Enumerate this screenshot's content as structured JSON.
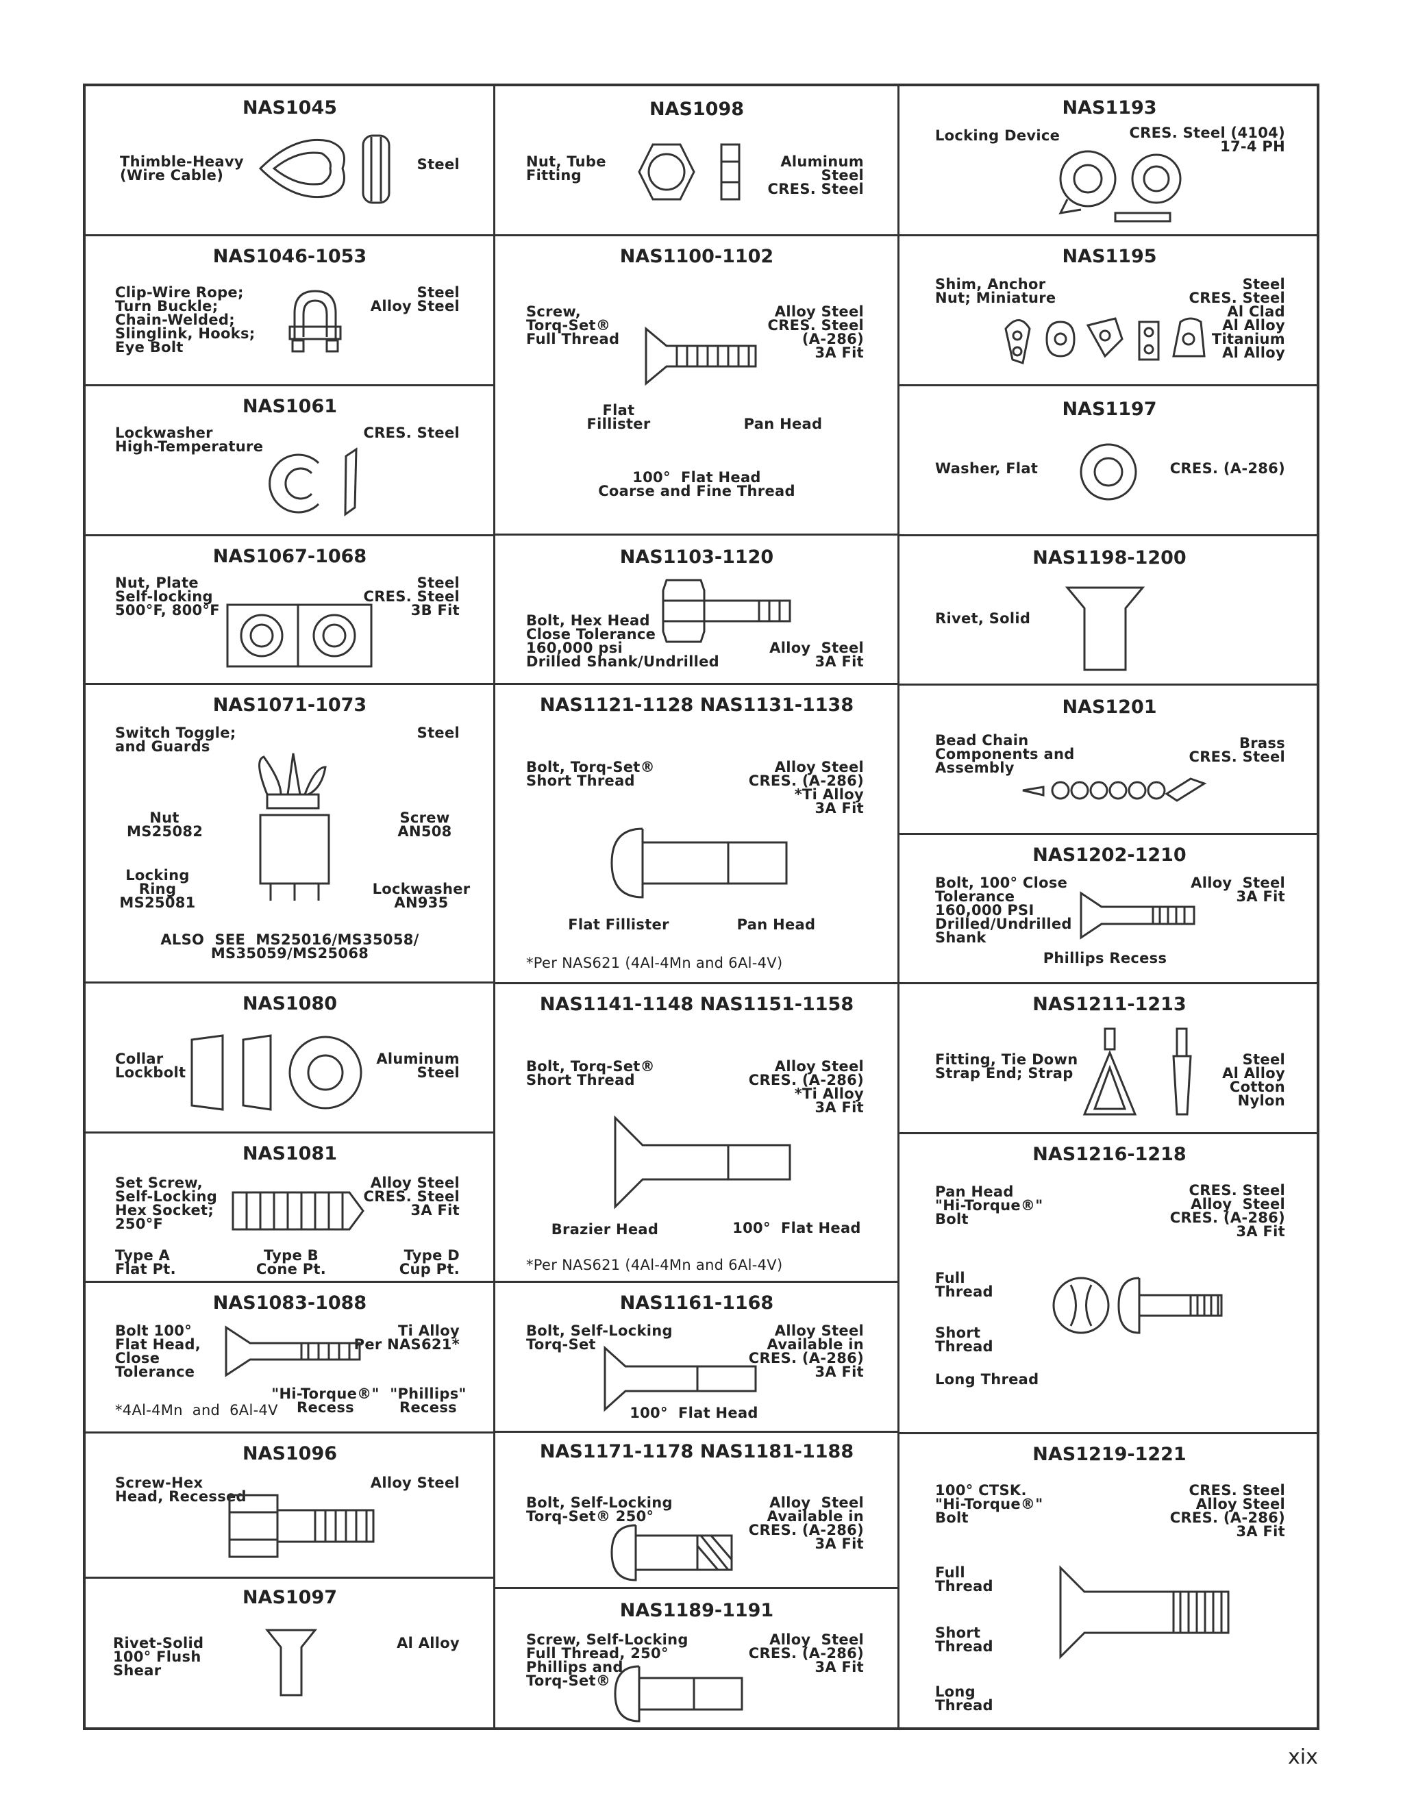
{
  "page_number": "xix",
  "col1": {
    "nas1045": {
      "title": "NAS1045",
      "name": "Thimble-Heavy\n(Wire Cable)",
      "mat": "Steel"
    },
    "nas1046": {
      "title": "NAS1046-1053",
      "name": "Clip-Wire Rope;\nTurn Buckle;\nChain-Welded;\nSlinglink, Hooks;\nEye Bolt",
      "mat": "Steel\nAlloy Steel"
    },
    "nas1061": {
      "title": "NAS1061",
      "name": "Lockwasher\nHigh-Temperature",
      "mat": "CRES. Steel"
    },
    "nas1067": {
      "title": "NAS1067-1068",
      "name": "Nut, Plate\nSelf-locking\n500°F, 800°F",
      "mat": "Steel\nCRES. Steel\n3B Fit"
    },
    "nas1071": {
      "title": "NAS1071-1073",
      "name": "Switch Toggle;\nand Guards",
      "mat": "Steel",
      "nut": "Nut\nMS25082",
      "screw": "Screw\nAN508",
      "ring": "Locking\nRing\nMS25081",
      "lockwasher": "Lockwasher\nAN935",
      "also": "ALSO  SEE  MS25016/MS35058/\nMS35059/MS25068"
    },
    "nas1080": {
      "title": "NAS1080",
      "name": "Collar\nLockbolt",
      "mat": "Aluminum\nSteel"
    },
    "nas1081": {
      "title": "NAS1081",
      "name": "Set Screw,\nSelf-Locking\nHex Socket;\n250°F",
      "mat": "Alloy Steel\nCRES. Steel\n3A Fit",
      "type_a": "Type A\nFlat Pt.",
      "type_b": "Type B\nCone Pt.",
      "type_d": "Type D\nCup Pt."
    },
    "nas1083": {
      "title": "NAS1083-1088",
      "name": "Bolt 100°\nFlat Head,\nClose\nTolerance",
      "mat": "Ti Alloy\nPer NAS621*",
      "hitorque": "\"Hi-Torque®\"\nRecess",
      "phillips": "\"Phillips\"\nRecess",
      "note": "*4Al-4Mn  and  6Al-4V"
    },
    "nas1096": {
      "title": "NAS1096",
      "name": "Screw-Hex\nHead, Recessed",
      "mat": "Alloy Steel"
    },
    "nas1097": {
      "title": "NAS1097",
      "name": "Rivet-Solid\n100° Flush\nShear",
      "mat": "Al Alloy"
    }
  },
  "col2": {
    "nas1098": {
      "title": "NAS1098",
      "name": "Nut, Tube\nFitting",
      "mat": "Aluminum\nSteel\nCRES. Steel"
    },
    "nas1100": {
      "title": "NAS1100-1102",
      "name": "Screw,\nTorq-Set®\nFull Thread",
      "mat": "Alloy Steel\nCRES. Steel\n(A-286)\n3A Fit",
      "flat": "Flat\nFillister",
      "pan": "Pan Head",
      "head100": "100°  Flat Head\nCoarse and Fine Thread"
    },
    "nas1103": {
      "title": "NAS1103-1120",
      "name": "Bolt, Hex Head\nClose Tolerance\n160,000 psi\nDrilled Shank/Undrilled",
      "mat": "Alloy  Steel\n3A Fit"
    },
    "nas1121": {
      "title": "NAS1121-1128\nNAS1131-1138",
      "name": "Bolt, Torq-Set®\nShort Thread",
      "mat": "Alloy Steel\nCRES. (A-286)\n*Ti Alloy\n3A Fit",
      "flat": "Flat Fillister",
      "pan": "Pan Head",
      "note": "*Per NAS621 (4Al-4Mn and 6Al-4V)"
    },
    "nas1141": {
      "title": "NAS1141-1148\nNAS1151-1158",
      "name": "Bolt, Torq-Set®\nShort Thread",
      "mat": "Alloy Steel\nCRES. (A-286)\n*Ti Alloy\n3A Fit",
      "brazier": "Brazier Head",
      "head100": "100°  Flat Head",
      "note": "*Per NAS621 (4Al-4Mn and 6Al-4V)"
    },
    "nas1161": {
      "title": "NAS1161-1168",
      "name": "Bolt, Self-Locking\nTorq-Set",
      "mat": "Alloy Steel\nAvailable in\nCRES. (A-286)\n3A Fit",
      "head100": "100°  Flat Head"
    },
    "nas1171": {
      "title": "NAS1171-1178\nNAS1181-1188",
      "name": "Bolt, Self-Locking\nTorq-Set® 250°",
      "mat": "Alloy  Steel\nAvailable in\nCRES. (A-286)\n3A Fit"
    },
    "nas1189": {
      "title": "NAS1189-1191",
      "name": "Screw, Self-Locking\nFull Thread, 250°\nPhillips and\nTorq-Set®",
      "mat": "Alloy  Steel\nCRES. (A-286)\n3A Fit"
    }
  },
  "col3": {
    "nas1193": {
      "title": "NAS1193",
      "name": "Locking Device",
      "mat": "CRES. Steel (4104)\n17-4 PH"
    },
    "nas1195": {
      "title": "NAS1195",
      "name": "Shim, Anchor\nNut; Miniature",
      "mat": "Steel\nCRES. Steel\nAl Clad\nAl Alloy\nTitanium\nAl Alloy"
    },
    "nas1197": {
      "title": "NAS1197",
      "name": "Washer, Flat",
      "mat": "CRES. (A-286)"
    },
    "nas1198": {
      "title": "NAS1198-1200",
      "name": "Rivet, Solid"
    },
    "nas1201": {
      "title": "NAS1201",
      "name": "Bead Chain\nComponents and\nAssembly",
      "mat": "Brass\nCRES. Steel"
    },
    "nas1202": {
      "title": "NAS1202-1210",
      "name": "Bolt, 100° Close\nTolerance\n160,000 PSI\nDrilled/Undrilled\nShank",
      "mat": "Alloy  Steel\n3A Fit",
      "recess": "Phillips Recess"
    },
    "nas1211": {
      "title": "NAS1211-1213",
      "name": "Fitting, Tie Down\nStrap End; Strap",
      "mat": "Steel\nAl Alloy\nCotton\nNylon"
    },
    "nas1216": {
      "title": "NAS1216-1218",
      "name": "Pan Head\n\"Hi-Torque®\"\nBolt",
      "mat": "CRES. Steel\nAlloy  Steel\nCRES. (A-286)\n3A Fit",
      "full": "Full\nThread",
      "short": "Short\nThread",
      "long": "Long Thread"
    },
    "nas1219": {
      "title": "NAS1219-1221",
      "name": "100° CTSK.\n\"Hi-Torque®\"\nBolt",
      "mat": "CRES. Steel\nAlloy Steel\nCRES. (A-286)\n3A Fit",
      "full": "Full\nThread",
      "short": "Short\nThread",
      "long": "Long\nThread"
    }
  }
}
